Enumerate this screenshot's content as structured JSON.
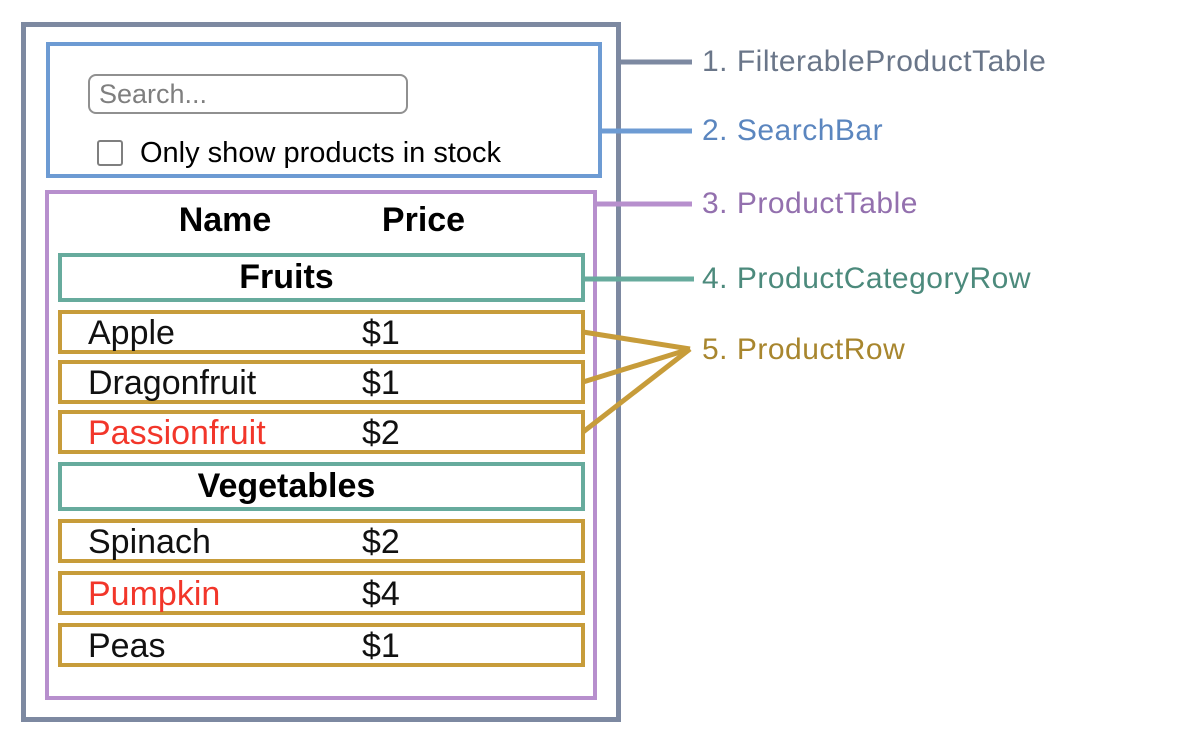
{
  "app": {
    "search_bar": {
      "input_placeholder": "Search...",
      "checkbox_checked": false,
      "checkbox_label": "Only show products in stock"
    },
    "table": {
      "columns": [
        "Name",
        "Price"
      ],
      "sections": [
        {
          "category": "Fruits",
          "rows": [
            {
              "name": "Apple",
              "price": "$1",
              "name_color": "#111111"
            },
            {
              "name": "Dragonfruit",
              "price": "$1",
              "name_color": "#111111"
            },
            {
              "name": "Passionfruit",
              "price": "$2",
              "name_color": "#f2362a"
            }
          ]
        },
        {
          "category": "Vegetables",
          "rows": [
            {
              "name": "Spinach",
              "price": "$2",
              "name_color": "#111111"
            },
            {
              "name": "Pumpkin",
              "price": "$4",
              "name_color": "#f2362a"
            },
            {
              "name": "Peas",
              "price": "$1",
              "name_color": "#111111"
            }
          ]
        }
      ]
    }
  },
  "legend": {
    "items": [
      {
        "label": "1. FilterableProductTable",
        "color": "#6a7689"
      },
      {
        "label": "2. SearchBar",
        "color": "#5b86bf"
      },
      {
        "label": "3. ProductTable",
        "color": "#9370ae"
      },
      {
        "label": "4. ProductCategoryRow",
        "color": "#4c8a7c"
      },
      {
        "label": "5. ProductRow",
        "color": "#a8862e"
      }
    ]
  },
  "colors": {
    "filterable_product_table_border": "#7d89a1",
    "search_bar_border": "#6d9bd3",
    "product_table_border": "#b78fcd",
    "product_category_row_border": "#67ab9d",
    "product_row_border": "#c79c3a",
    "out_of_stock_text": "#f2362a"
  }
}
